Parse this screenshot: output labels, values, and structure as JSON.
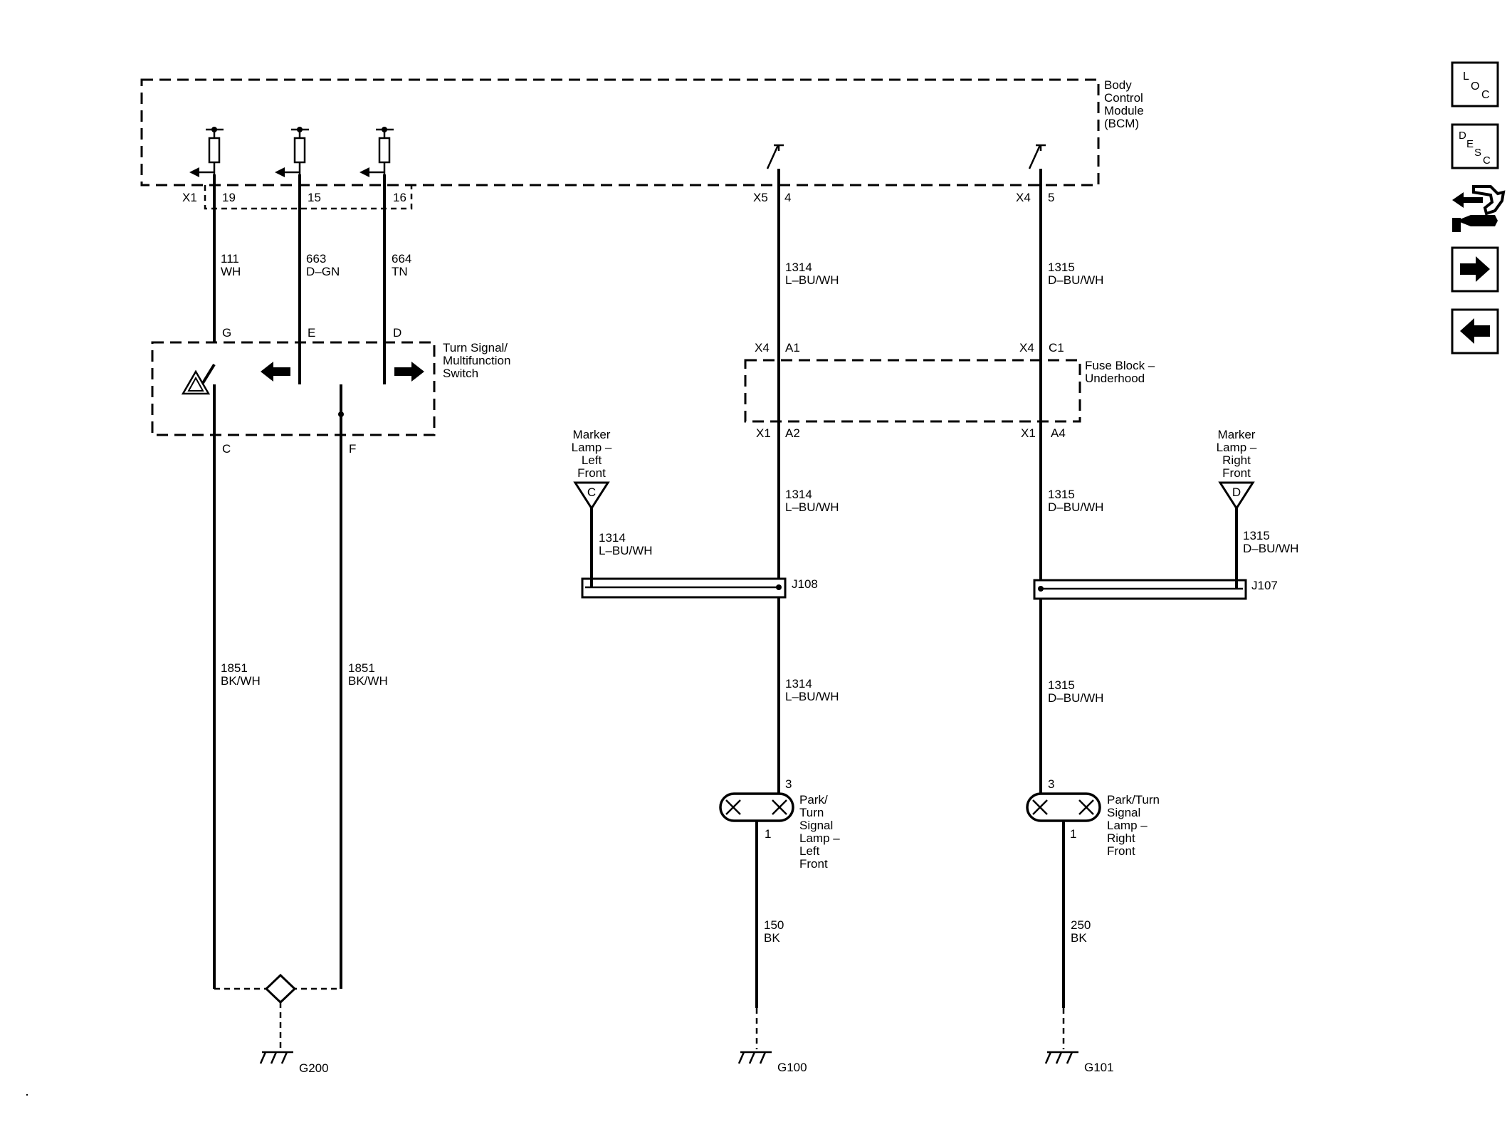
{
  "bcm": {
    "label": [
      "Body",
      "Control",
      "Module",
      "(BCM)"
    ]
  },
  "switch": {
    "label": [
      "Turn Signal/",
      "Multifunction",
      "Switch"
    ]
  },
  "fuse_block": {
    "label": [
      "Fuse Block –",
      "Underhood"
    ]
  },
  "connectors": {
    "bcm_x1": "X1",
    "bcm_x5": "X5",
    "bcm_x4": "X4",
    "fb_top_left": "X4",
    "fb_top_right": "X4",
    "fb_bot_left": "X1",
    "fb_bot_right": "X1"
  },
  "pins": {
    "p19": "19",
    "p15": "15",
    "p16": "16",
    "p4": "4",
    "p5": "5",
    "sw_g": "G",
    "sw_e": "E",
    "sw_d": "D",
    "sw_c": "C",
    "sw_f": "F",
    "fb_a1": "A1",
    "fb_c1": "C1",
    "fb_a2": "A2",
    "fb_a4": "A4",
    "lamp_l_3": "3",
    "lamp_l_1": "1",
    "lamp_r_3": "3",
    "lamp_r_1": "1",
    "marker_l": "C",
    "marker_r": "D"
  },
  "wires": {
    "w111": [
      "111",
      "WH"
    ],
    "w663": [
      "663",
      "D–GN"
    ],
    "w664": [
      "664",
      "TN"
    ],
    "w1314_a": [
      "1314",
      "L–BU/WH"
    ],
    "w1315_a": [
      "1315",
      "D–BU/WH"
    ],
    "w1314_b": [
      "1314",
      "L–BU/WH"
    ],
    "w1315_b": [
      "1315",
      "D–BU/WH"
    ],
    "w1314_m": [
      "1314",
      "L–BU/WH"
    ],
    "w1315_m": [
      "1315",
      "D–BU/WH"
    ],
    "w1314_c": [
      "1314",
      "L–BU/WH"
    ],
    "w1315_c": [
      "1315",
      "D–BU/WH"
    ],
    "w1851_a": [
      "1851",
      "BK/WH"
    ],
    "w1851_b": [
      "1851",
      "BK/WH"
    ],
    "w150": [
      "150",
      "BK"
    ],
    "w250": [
      "250",
      "BK"
    ]
  },
  "marker_left": {
    "label": [
      "Marker",
      "Lamp –",
      "Left",
      "Front"
    ]
  },
  "marker_right": {
    "label": [
      "Marker",
      "Lamp –",
      "Right",
      "Front"
    ]
  },
  "splices": {
    "j108": "J108",
    "j107": "J107"
  },
  "lamp_left": {
    "label": [
      "Park/",
      "Turn",
      "Signal",
      "Lamp –",
      "Left",
      "Front"
    ]
  },
  "lamp_right": {
    "label": [
      "Park/Turn",
      "Signal",
      "Lamp –",
      "Right",
      "Front"
    ]
  },
  "grounds": {
    "g200": "G200",
    "g100": "G100",
    "g101": "G101"
  },
  "nav": {
    "loc_letters": [
      "L",
      "O",
      "C"
    ],
    "desc_letters": [
      "D",
      "E",
      "S",
      "C"
    ],
    "icons": [
      "loc-icon",
      "desc-icon",
      "connector-tool-icon",
      "arrow-right-icon",
      "arrow-left-icon"
    ]
  }
}
